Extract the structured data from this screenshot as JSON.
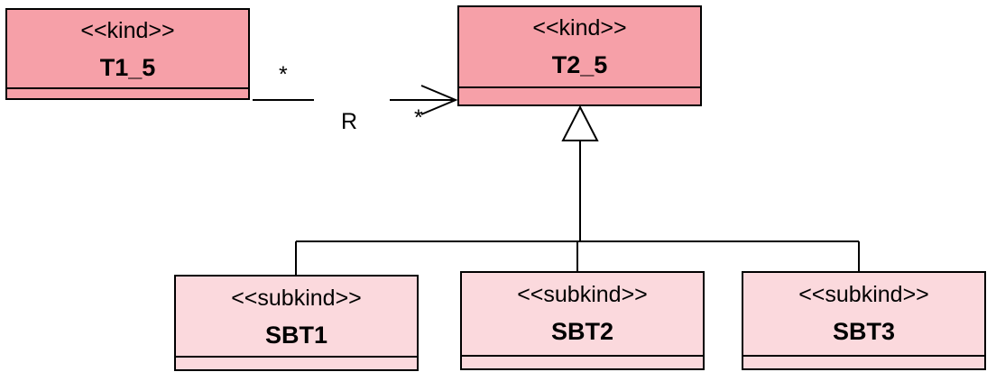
{
  "classes": {
    "t1_5": {
      "stereotype": "<<kind>>",
      "name": "T1_5"
    },
    "t2_5": {
      "stereotype": "<<kind>>",
      "name": "T2_5"
    },
    "sbt1": {
      "stereotype": "<<subkind>>",
      "name": "SBT1"
    },
    "sbt2": {
      "stereotype": "<<subkind>>",
      "name": "SBT2"
    },
    "sbt3": {
      "stereotype": "<<subkind>>",
      "name": "SBT3"
    }
  },
  "association": {
    "name": "R",
    "source_multiplicity": "*",
    "target_multiplicity": "*"
  },
  "colors": {
    "kind_fill": "#f6a0a8",
    "subkind_fill": "#fbd9dd",
    "line": "#000000"
  }
}
